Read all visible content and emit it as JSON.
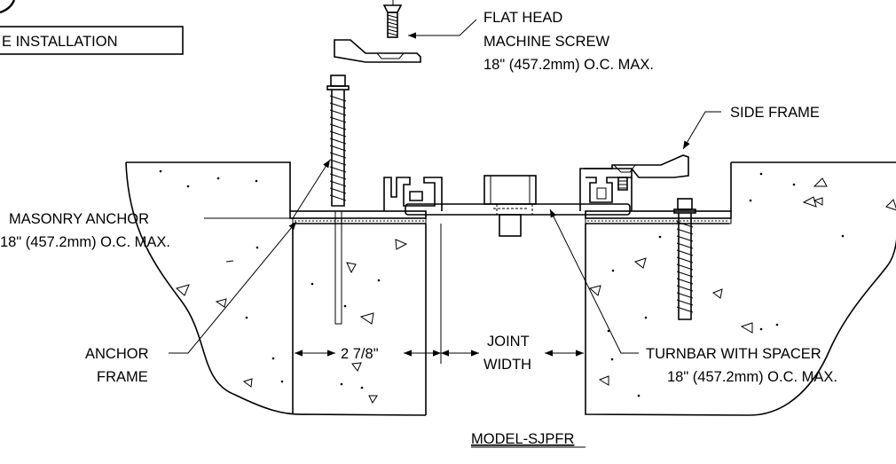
{
  "title_box": {
    "text": "E INSTALLATION"
  },
  "callouts": {
    "screw": {
      "line1": "FLAT HEAD",
      "line2": "MACHINE SCREW",
      "line3": "18\" (457.2mm) O.C. MAX."
    },
    "side_frame": {
      "line1": "SIDE FRAME"
    },
    "masonry_anchor": {
      "line1": "MASONRY ANCHOR",
      "line2": "18\" (457.2mm) O.C. MAX."
    },
    "anchor_frame": {
      "line1": "ANCHOR",
      "line2": "FRAME"
    },
    "turnbar": {
      "line1": "TURNBAR WITH SPACER",
      "line2": "18\" (457.2mm) O.C. MAX."
    }
  },
  "dimensions": {
    "frame_width": "2 7/8\"",
    "joint_width_line1": "JOINT",
    "joint_width_line2": "WIDTH"
  },
  "model": {
    "name": "MODEL-SJPFR"
  }
}
